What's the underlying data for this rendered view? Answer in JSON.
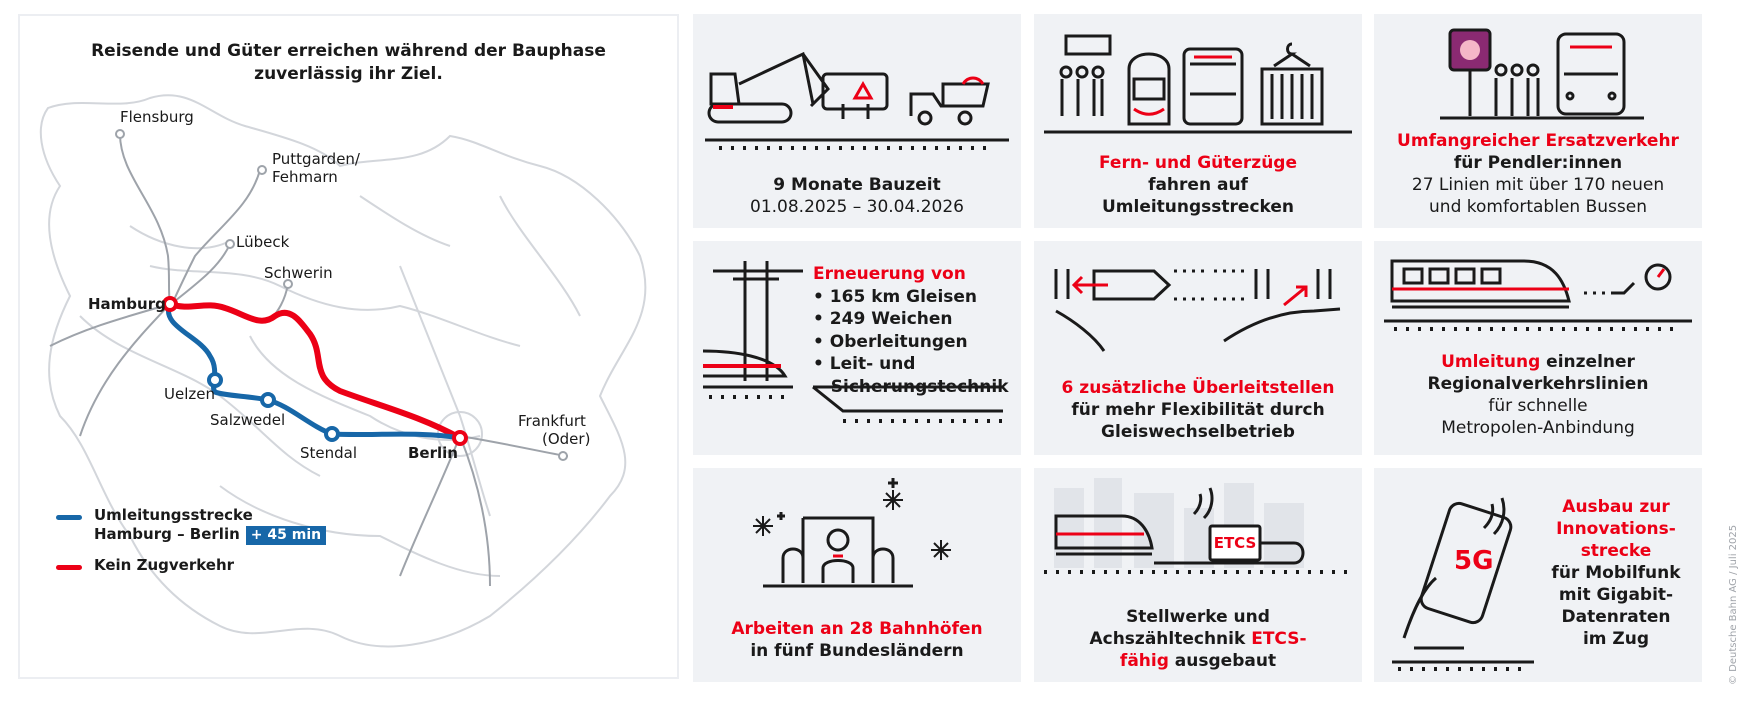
{
  "map": {
    "title": "Reisende und Güter erreichen während der Bauphase zuverlässig ihr Ziel.",
    "cities": {
      "flensburg": "Flensburg",
      "puttgarden": "Puttgarden/",
      "fehmarn": "Fehmarn",
      "luebeck": "Lübeck",
      "schwerin": "Schwerin",
      "hamburg": "Hamburg",
      "uelzen": "Uelzen",
      "salzwedel": "Salzwedel",
      "stendal": "Stendal",
      "berlin": "Berlin",
      "frankfurt": "Frankfurt",
      "oder": "(Oder)"
    },
    "legend": {
      "blue_line1": "Umleitungsstrecke",
      "blue_line2": "Hamburg – Berlin",
      "badge": "+ 45 min",
      "red": "Kein Zugverkehr"
    },
    "colors": {
      "red": "#ec0016",
      "blue": "#1767a8",
      "gray": "#c7cbd1"
    }
  },
  "tiles": {
    "t1": {
      "title": "9 Monate Bauzeit",
      "dates": "01.08.2025 – 30.04.2026"
    },
    "t2": {
      "red": "Fern- und Güterzüge",
      "line2": "fahren auf",
      "line3": "Umleitungsstrecken"
    },
    "t3": {
      "red": "Umfangreicher Ersatzverkehr",
      "line2": "für Pendler:innen",
      "line3": "27 Linien mit über 170 neuen",
      "line4": "und komfortablen Bussen"
    },
    "t4": {
      "red": "Erneuerung von",
      "items": [
        "165 km Gleisen",
        "249 Weichen",
        "Oberleitungen",
        "Leit- und",
        "Sicherungstechnik"
      ]
    },
    "t5": {
      "red": "6 zusätzliche Überleitstellen",
      "line2": "für mehr Flexibilität durch",
      "line3": "Gleiswechselbetrieb"
    },
    "t6": {
      "red": "Umleitung",
      "line1_rest": " einzelner",
      "line2": "Regionalverkehrslinien",
      "line3": "für schnelle",
      "line4": "Metropolen-Anbindung"
    },
    "t7": {
      "red": "Arbeiten an 28 Bahnhöfen",
      "line2": "in fünf Bundesländern"
    },
    "t8": {
      "line1": "Stellwerke und",
      "line2_a": "Achszähltechnik ",
      "line2_red": "ETCS-",
      "line3_red": "fähig",
      "line3_rest": " ausgebaut",
      "etcs": "ETCS"
    },
    "t9": {
      "red1": "Ausbau zur",
      "red2": "Innovations-",
      "red3": "strecke",
      "line4": "für Mobilfunk",
      "line5": "mit Gigabit-",
      "line6": "Datenraten",
      "line7": "im Zug",
      "icon_text": "5G"
    }
  },
  "copyright": "© Deutsche Bahn AG / Juli 2025"
}
